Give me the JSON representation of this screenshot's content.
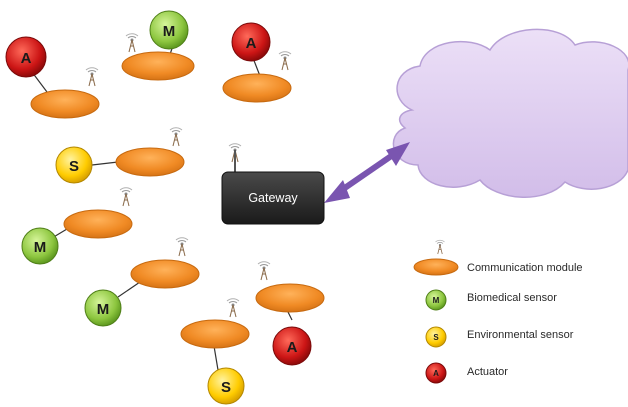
{
  "gateway": {
    "label": "Gateway",
    "icon": "antenna-icon"
  },
  "cloud": {
    "name": "cloud",
    "color": "#ddc9ee",
    "stroke": "#b7a0d6"
  },
  "link": {
    "color": "#7a55b0"
  },
  "colors": {
    "module": "#f08a24",
    "module_edge": "#c76a10",
    "actuator": "#cc1515",
    "biomedical": "#8dc63f",
    "environmental": "#ffcc00",
    "gateway": "#2b2b2b"
  },
  "nodes": {
    "actuator_top_left": "A",
    "biomedical_top": "M",
    "actuator_top_right": "A",
    "environmental_mid": "S",
    "biomedical_left": "M",
    "biomedical_bottom": "M",
    "actuator_bottom": "A",
    "environmental_bottom": "S"
  },
  "legend": [
    {
      "symbol": "",
      "label": "Communication module"
    },
    {
      "symbol": "M",
      "label": "Biomedical sensor"
    },
    {
      "symbol": "S",
      "label": "Environmental sensor"
    },
    {
      "symbol": "A",
      "label": "Actuator"
    }
  ]
}
